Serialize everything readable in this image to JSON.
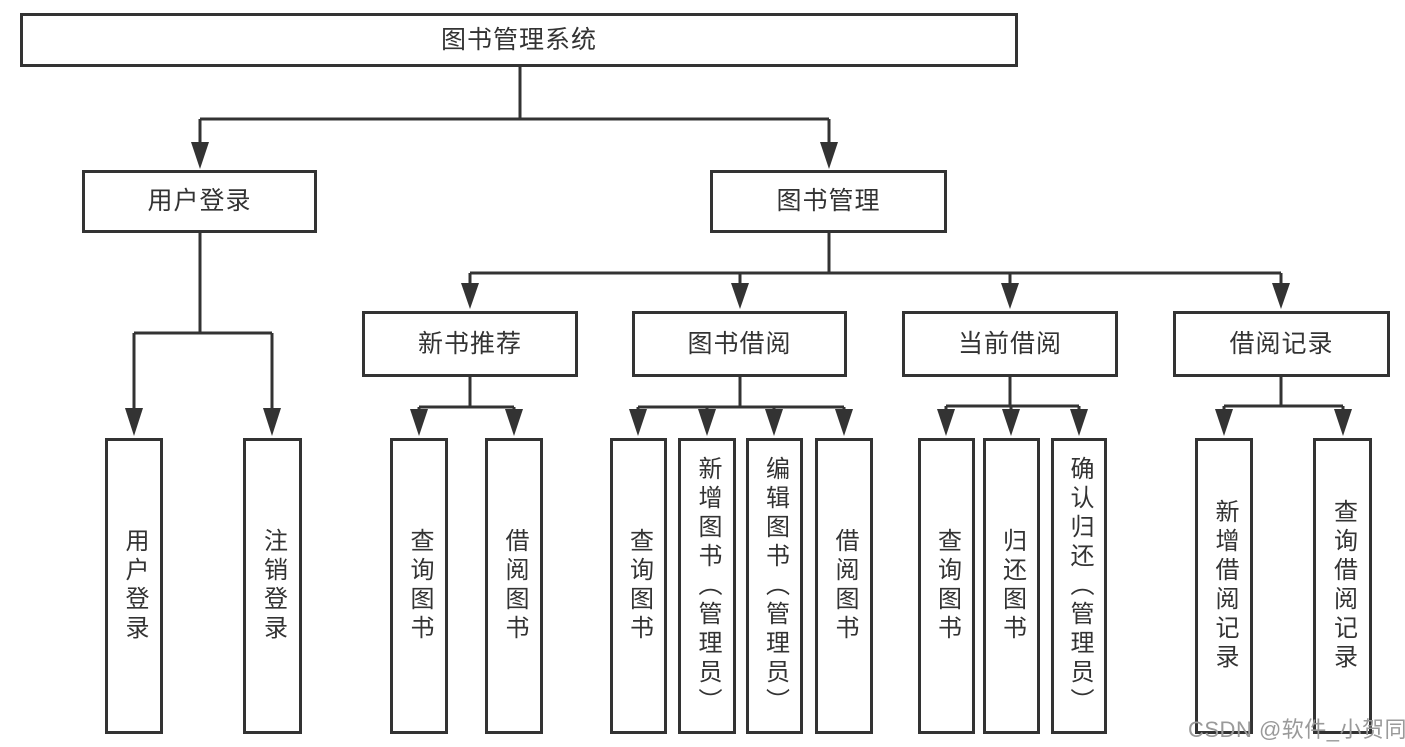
{
  "diagram_title": "图书管理系统",
  "tree": {
    "label": "图书管理系统",
    "children": [
      {
        "label": "用户登录",
        "children": [
          {
            "label": "用户登录"
          },
          {
            "label": "注销登录"
          }
        ]
      },
      {
        "label": "图书管理",
        "children": [
          {
            "label": "新书推荐",
            "children": [
              {
                "label": "查询图书"
              },
              {
                "label": "借阅图书"
              }
            ]
          },
          {
            "label": "图书借阅",
            "children": [
              {
                "label": "查询图书"
              },
              {
                "label": "新增图书（管理员）"
              },
              {
                "label": "编辑图书（管理员）"
              },
              {
                "label": "借阅图书"
              }
            ]
          },
          {
            "label": "当前借阅",
            "children": [
              {
                "label": "查询图书"
              },
              {
                "label": "归还图书"
              },
              {
                "label": "确认归还（管理员）"
              }
            ]
          },
          {
            "label": "借阅记录",
            "children": [
              {
                "label": "新增借阅记录"
              },
              {
                "label": "查询借阅记录"
              }
            ]
          }
        ]
      }
    ]
  },
  "watermark": "CSDN @软件_小贺同学",
  "colors": {
    "line": "#333333",
    "text": "#333333",
    "background": "#ffffff",
    "watermark_gray": "#9a9a9a"
  }
}
